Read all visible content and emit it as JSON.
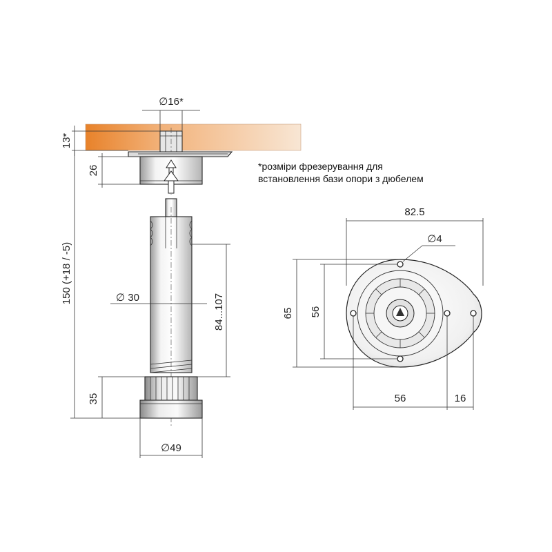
{
  "note": {
    "line1": "*розміри фрезерування для",
    "line2": "встановлення  бази опори з дюбелем"
  },
  "side_view": {
    "dowel_diameter": "∅16*",
    "board_depth": "13*",
    "base_height": "26",
    "total_height": "150 (+18 / -5)",
    "tube_diameter": "∅ 30",
    "adjust_range": "84...107",
    "foot_height": "35",
    "foot_diameter": "∅49"
  },
  "top_view": {
    "total_width": "82.5",
    "hole_diameter": "∅4",
    "overall_height": "65",
    "hole_spacing_vertical": "56",
    "hole_spacing_horizontal": "56",
    "offset": "16"
  },
  "colors": {
    "board_dark": "#e8822a",
    "board_light": "#f6ddc4"
  }
}
